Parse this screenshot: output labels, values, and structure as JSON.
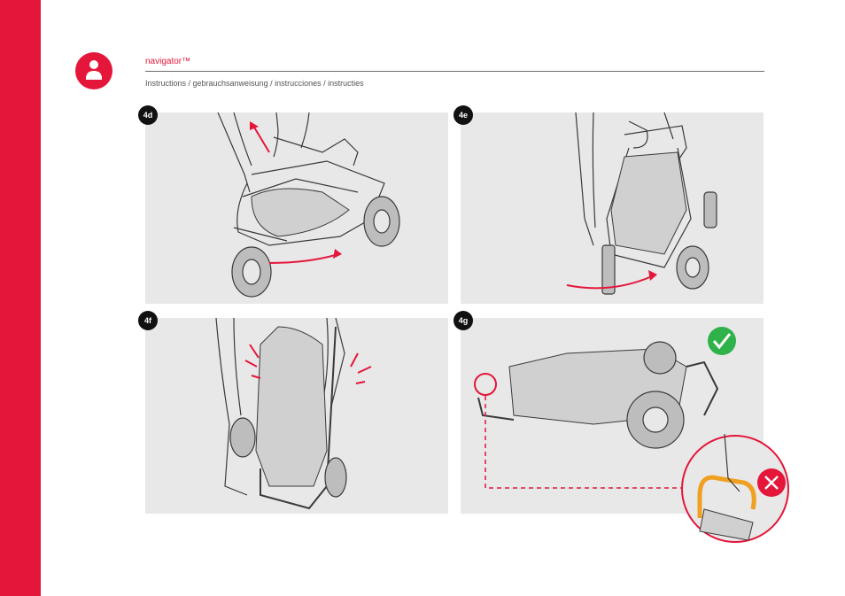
{
  "header": {
    "title": "navigator™",
    "subtitle": "Instructions / gebrauchsanweisung / instrucciones / instructies"
  },
  "colors": {
    "brand_red": "#e4163a",
    "panel_gray": "#e8e8e8",
    "check_green": "#2fb24a",
    "handle_orange": "#f0a020"
  },
  "steps": [
    {
      "label": "4d"
    },
    {
      "label": "4e"
    },
    {
      "label": "4f"
    },
    {
      "label": "4g"
    }
  ],
  "icons": {
    "logo": "user-badge-icon",
    "correct": "check-icon",
    "incorrect": "cross-icon"
  }
}
